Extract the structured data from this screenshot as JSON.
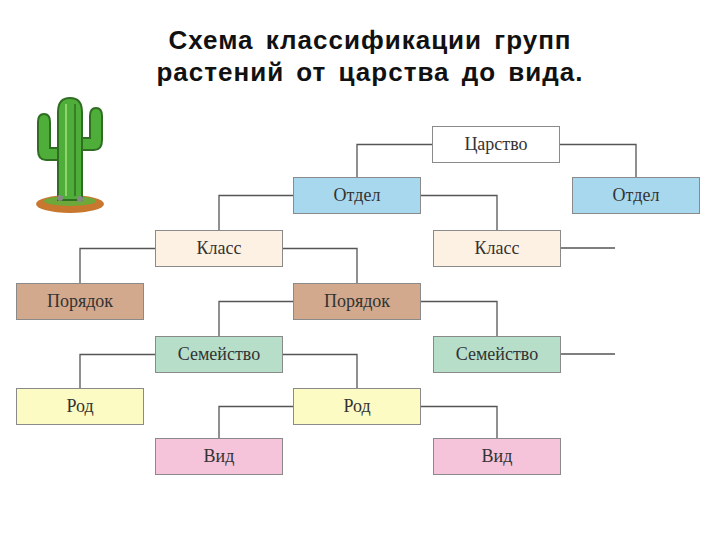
{
  "diagram": {
    "title": "Схема классификации групп растений от царства до вида.",
    "nodes": [
      {
        "text": [
          "Царство"
        ]
      },
      {
        "text": [
          "Отдел"
        ]
      },
      {
        "text": [
          "Отдел"
        ]
      },
      {
        "text": [
          "Класс"
        ]
      },
      {
        "text": [
          "Класс"
        ]
      },
      {
        "text": [
          "Порядок"
        ]
      },
      {
        "text": [
          "Порядок"
        ]
      },
      {
        "text": [
          "Семейство"
        ]
      },
      {
        "text": [
          "Семейство"
        ]
      },
      {
        "text": [
          "Род"
        ]
      },
      {
        "text": [
          "Род"
        ]
      },
      {
        "text": [
          "Вид"
        ]
      },
      {
        "text": [
          "Вид"
        ]
      }
    ],
    "edges": [
      {
        "from": 0,
        "to": 1,
        "arrow": "none"
      },
      {
        "from": 0,
        "to": 2,
        "arrow": "none"
      },
      {
        "from": 1,
        "to": 3,
        "arrow": "none"
      },
      {
        "from": 1,
        "to": 4,
        "arrow": "none"
      },
      {
        "from": 3,
        "to": 5,
        "arrow": "none"
      },
      {
        "from": 3,
        "to": 6,
        "arrow": "none"
      },
      {
        "from": 6,
        "to": 7,
        "arrow": "none"
      },
      {
        "from": 6,
        "to": 8,
        "arrow": "none"
      },
      {
        "from": 7,
        "to": 9,
        "arrow": "none"
      },
      {
        "from": 7,
        "to": 10,
        "arrow": "none"
      },
      {
        "from": 10,
        "to": 11,
        "arrow": "none"
      },
      {
        "from": 10,
        "to": 12,
        "arrow": "none"
      }
    ]
  }
}
